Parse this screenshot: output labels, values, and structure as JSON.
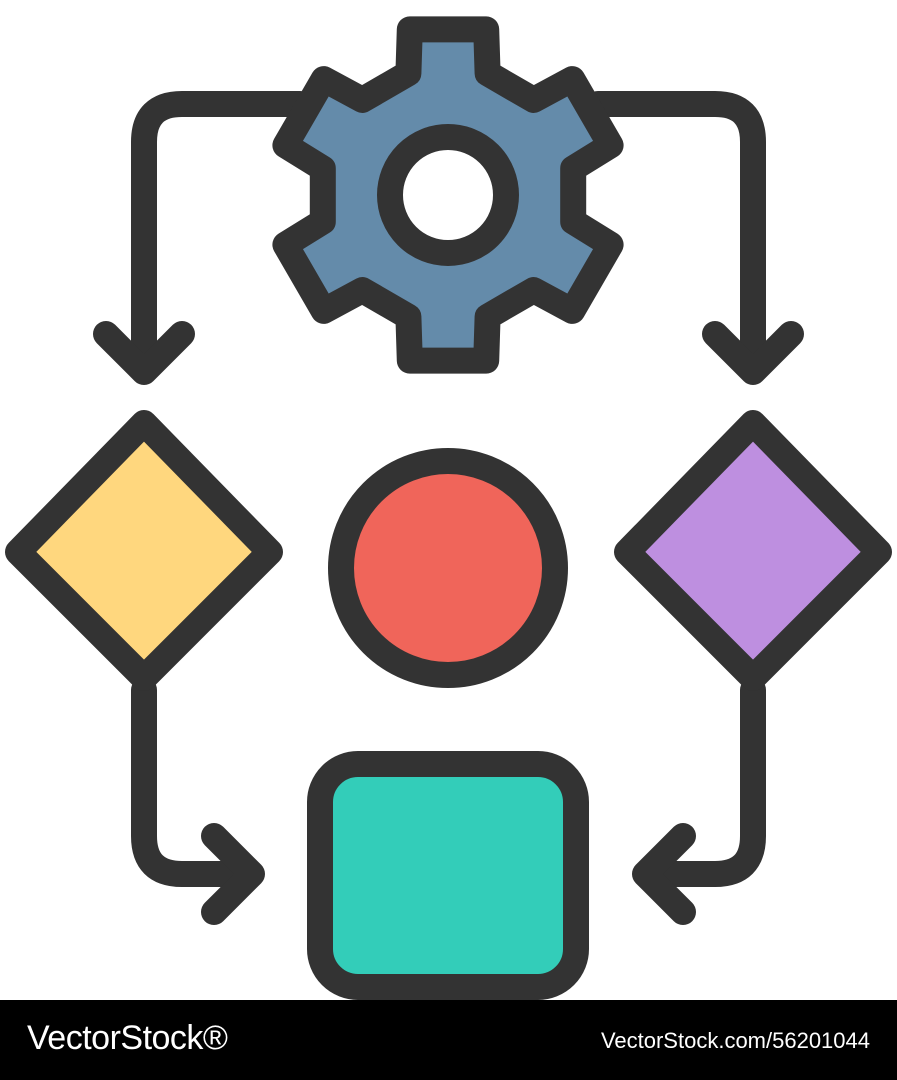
{
  "colors": {
    "outline": "#333333",
    "background": "#ffffff",
    "footer_background": "#000000",
    "footer_text": "#ffffff",
    "gear_fill": "#648BAA",
    "gear_hole_fill": "#ffffff",
    "left_diamond_fill": "#FFD77E",
    "circle_fill": "#F0655A",
    "right_diamond_fill": "#BE8FE0",
    "bottom_box_fill": "#33CDB9"
  },
  "icons": {
    "gear": "gear-icon",
    "left_decision": "diamond-shape",
    "center_node": "circle-shape",
    "right_decision": "diamond-shape",
    "output": "rounded-square-shape",
    "arrows": "arrow-icon"
  },
  "footer": {
    "brand": "VectorStock®",
    "image_id": "VectorStock.com/56201044"
  }
}
